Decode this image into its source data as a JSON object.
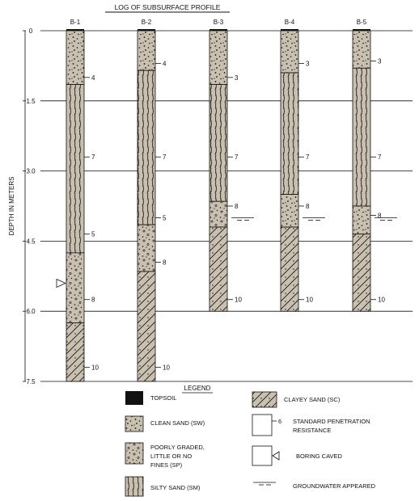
{
  "title": "LOG OF SUBSURFACE PROFILE",
  "y_axis_label": "DEPTH IN METERS",
  "depth_ticks": [
    "0",
    "1.5",
    "3.0",
    "4.5",
    "6.0",
    "7.5"
  ],
  "borings": [
    {
      "name": "B-1",
      "layers": [
        {
          "soil": "SW",
          "top": 0,
          "bottom": 1.15
        },
        {
          "soil": "SM",
          "top": 1.15,
          "bottom": 4.75
        },
        {
          "soil": "SP",
          "top": 4.75,
          "bottom": 6.25
        },
        {
          "soil": "SC",
          "top": 6.25,
          "bottom": 7.5
        }
      ],
      "spt": [
        {
          "depth": 1.0,
          "value": "4"
        },
        {
          "depth": 2.7,
          "value": "7"
        },
        {
          "depth": 4.35,
          "value": "5"
        },
        {
          "depth": 5.75,
          "value": "8"
        },
        {
          "depth": 7.2,
          "value": "10"
        }
      ],
      "caved_depth": 5.4,
      "groundwater_depth": null
    },
    {
      "name": "B-2",
      "layers": [
        {
          "soil": "SW",
          "top": 0,
          "bottom": 0.85
        },
        {
          "soil": "SM",
          "top": 0.85,
          "bottom": 4.15
        },
        {
          "soil": "SP",
          "top": 4.15,
          "bottom": 5.15
        },
        {
          "soil": "SC",
          "top": 5.15,
          "bottom": 7.5
        }
      ],
      "spt": [
        {
          "depth": 0.7,
          "value": "4"
        },
        {
          "depth": 2.7,
          "value": "7"
        },
        {
          "depth": 4.0,
          "value": "5"
        },
        {
          "depth": 4.95,
          "value": "8"
        },
        {
          "depth": 7.2,
          "value": "10"
        }
      ],
      "caved_depth": null,
      "groundwater_depth": null
    },
    {
      "name": "B-3",
      "layers": [
        {
          "soil": "SW",
          "top": 0,
          "bottom": 1.15
        },
        {
          "soil": "SM",
          "top": 1.15,
          "bottom": 3.65
        },
        {
          "soil": "SP",
          "top": 3.65,
          "bottom": 4.2
        },
        {
          "soil": "SC",
          "top": 4.2,
          "bottom": 6.0
        }
      ],
      "spt": [
        {
          "depth": 1.0,
          "value": "3"
        },
        {
          "depth": 2.7,
          "value": "7"
        },
        {
          "depth": 3.75,
          "value": "8"
        },
        {
          "depth": 5.75,
          "value": "10"
        }
      ],
      "caved_depth": null,
      "groundwater_depth": 4.0
    },
    {
      "name": "B-4",
      "layers": [
        {
          "soil": "SW",
          "top": 0,
          "bottom": 0.9
        },
        {
          "soil": "SM",
          "top": 0.9,
          "bottom": 3.5
        },
        {
          "soil": "SW",
          "top": 3.5,
          "bottom": 4.2
        },
        {
          "soil": "SC",
          "top": 4.2,
          "bottom": 6.0
        }
      ],
      "spt": [
        {
          "depth": 0.7,
          "value": "3"
        },
        {
          "depth": 2.7,
          "value": "7"
        },
        {
          "depth": 3.75,
          "value": "8"
        },
        {
          "depth": 5.75,
          "value": "10"
        }
      ],
      "caved_depth": null,
      "groundwater_depth": 4.0
    },
    {
      "name": "B-5",
      "layers": [
        {
          "soil": "SW",
          "top": 0,
          "bottom": 0.8
        },
        {
          "soil": "SM",
          "top": 0.8,
          "bottom": 3.75
        },
        {
          "soil": "SW",
          "top": 3.75,
          "bottom": 4.35
        },
        {
          "soil": "SC",
          "top": 4.35,
          "bottom": 6.0
        }
      ],
      "spt": [
        {
          "depth": 0.65,
          "value": "3"
        },
        {
          "depth": 2.7,
          "value": "7"
        },
        {
          "depth": 3.95,
          "value": "8"
        },
        {
          "depth": 5.75,
          "value": "10"
        }
      ],
      "caved_depth": null,
      "groundwater_depth": 4.0
    }
  ],
  "legend": {
    "title": "LEGEND",
    "items": [
      {
        "key": "topsoil",
        "label": [
          "TOPSOIL"
        ]
      },
      {
        "key": "SW",
        "label": [
          "CLEAN SAND (SW)"
        ]
      },
      {
        "key": "SP",
        "label": [
          "POORLY GRADED,",
          "LITTLE OR NO",
          "FINES (SP)"
        ]
      },
      {
        "key": "SM",
        "label": [
          "SILTY SAND (SM)"
        ]
      },
      {
        "key": "SC",
        "label": [
          "CLAYEY SAND (SC)"
        ]
      },
      {
        "key": "spt",
        "sample_value": "6",
        "label": [
          "STANDARD PENETRATION",
          "RESISTANCE"
        ]
      },
      {
        "key": "caved",
        "label": [
          "BORING CAVED"
        ]
      },
      {
        "key": "groundwater",
        "label": [
          "GROUNDWATER APPEARED"
        ]
      }
    ]
  },
  "colors": {
    "soil_fill": "#c9c0b0",
    "ink": "#111111",
    "topsoil": "#111111"
  }
}
